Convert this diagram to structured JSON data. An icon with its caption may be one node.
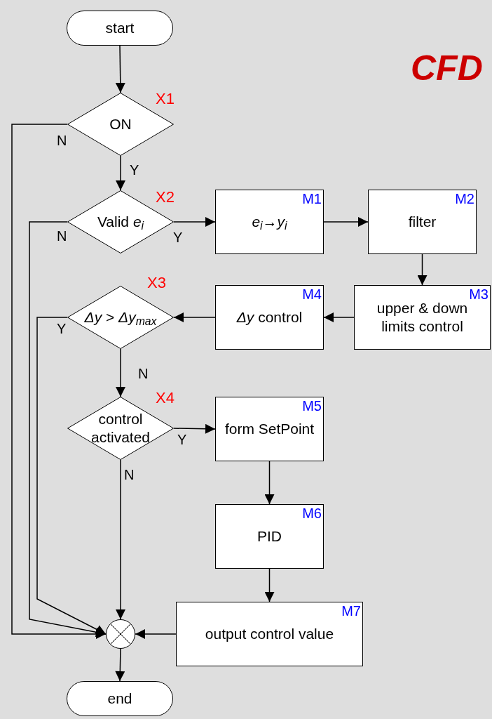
{
  "diagram": {
    "title": "CFD",
    "nodes": [
      {
        "text": [
          "start"
        ]
      },
      {
        "text": [
          "ON"
        ],
        "beside": [
          "X1"
        ]
      },
      {
        "text": [
          "Valid *e*$_{i}$"
        ],
        "beside": [
          "X2"
        ]
      },
      {
        "text": [
          "M1",
          "*e*$_{i}$→*y*$_{i}$"
        ]
      },
      {
        "text": [
          "M2",
          "filter"
        ]
      },
      {
        "text": [
          "M3",
          "upper & down limits control"
        ]
      },
      {
        "text": [
          "M4",
          "*Δy* control"
        ]
      },
      {
        "text": [
          "*Δy* > *Δy*$_{max}$"
        ],
        "beside": [
          "X3"
        ]
      },
      {
        "text": [
          "control activated"
        ],
        "beside": [
          "X4"
        ]
      },
      {
        "text": [
          "M5",
          "form SetPoint"
        ]
      },
      {
        "text": [
          "M6",
          "PID"
        ]
      },
      {
        "text": [
          "M7",
          "output control value"
        ]
      },
      {
        "text": [],
        "shape": "circle"
      },
      {
        "text": [
          "end"
        ]
      }
    ],
    "edges": [
      {
        "from": 0,
        "to": 1,
        "arrow": "to"
      },
      {
        "from": 1,
        "to": 2,
        "arrow": "to",
        "label": "Y"
      },
      {
        "from": 1,
        "to": 12,
        "arrow": "to",
        "label": "N"
      },
      {
        "from": 2,
        "to": 3,
        "arrow": "to",
        "label": "Y"
      },
      {
        "from": 2,
        "to": 12,
        "arrow": "to",
        "label": "N"
      },
      {
        "from": 3,
        "to": 4,
        "arrow": "to"
      },
      {
        "from": 4,
        "to": 5,
        "arrow": "to"
      },
      {
        "from": 5,
        "to": 6,
        "arrow": "to"
      },
      {
        "from": 6,
        "to": 7,
        "arrow": "to"
      },
      {
        "from": 7,
        "to": 12,
        "arrow": "to",
        "label": "Y"
      },
      {
        "from": 7,
        "to": 8,
        "arrow": "to",
        "label": "N"
      },
      {
        "from": 8,
        "to": 9,
        "arrow": "to",
        "label": "Y"
      },
      {
        "from": 8,
        "to": 12,
        "arrow": "to",
        "label": "N"
      },
      {
        "from": 9,
        "to": 10,
        "arrow": "to"
      },
      {
        "from": 10,
        "to": 11,
        "arrow": "to"
      },
      {
        "from": 11,
        "to": 12,
        "arrow": "to"
      },
      {
        "from": 12,
        "to": 13,
        "arrow": "to"
      }
    ]
  }
}
